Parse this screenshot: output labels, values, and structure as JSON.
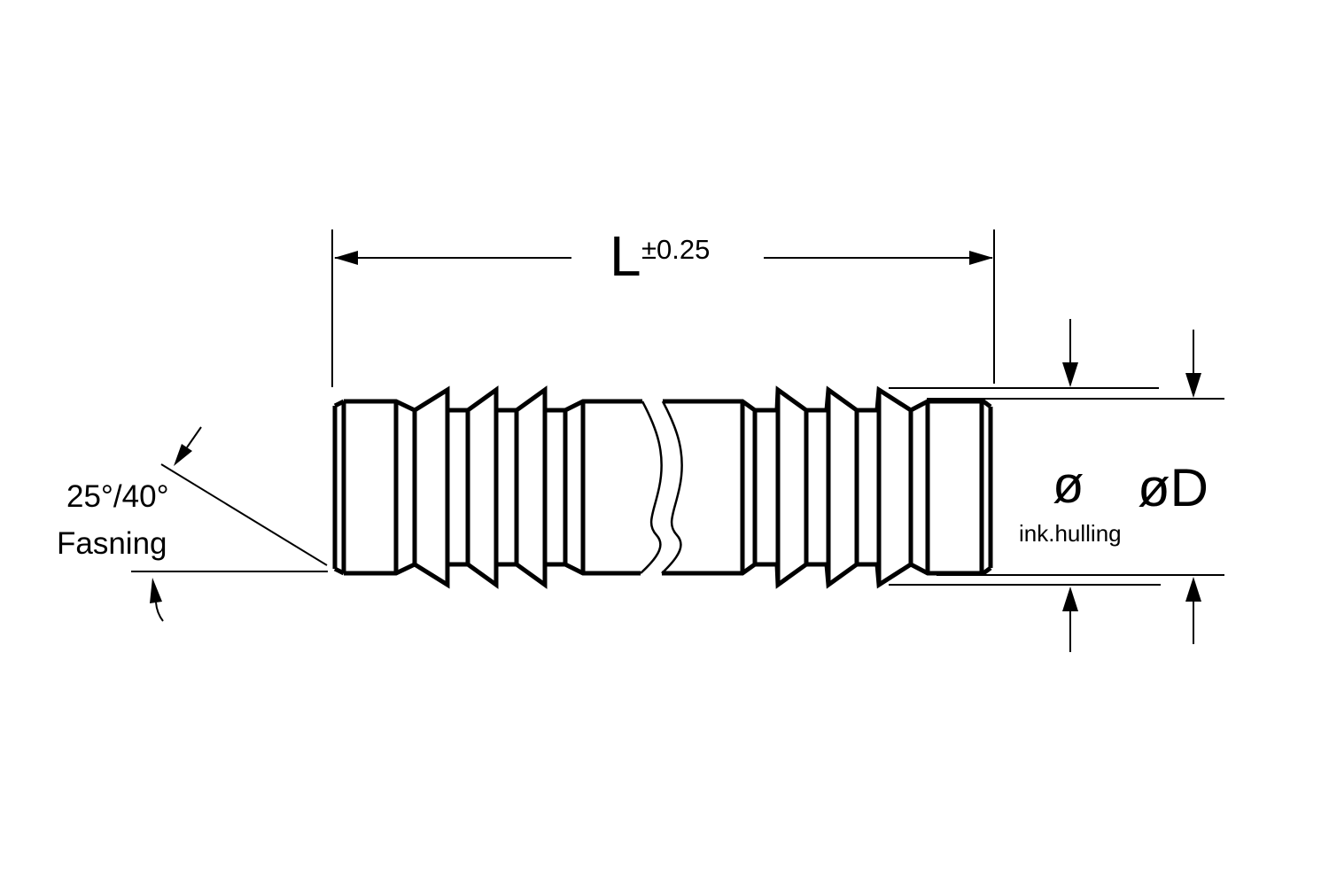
{
  "page": {
    "background": "#ffffff",
    "line_color": "#000000"
  },
  "dimensions": {
    "length": {
      "label": "L",
      "tolerance": "±0.25"
    },
    "chamfer": {
      "angle": "25°/40°",
      "text": "Fasning"
    },
    "barb_diameter": {
      "symbol": "ø",
      "note": "ink.hulling"
    },
    "body_diameter": {
      "symbol": "øD"
    }
  }
}
